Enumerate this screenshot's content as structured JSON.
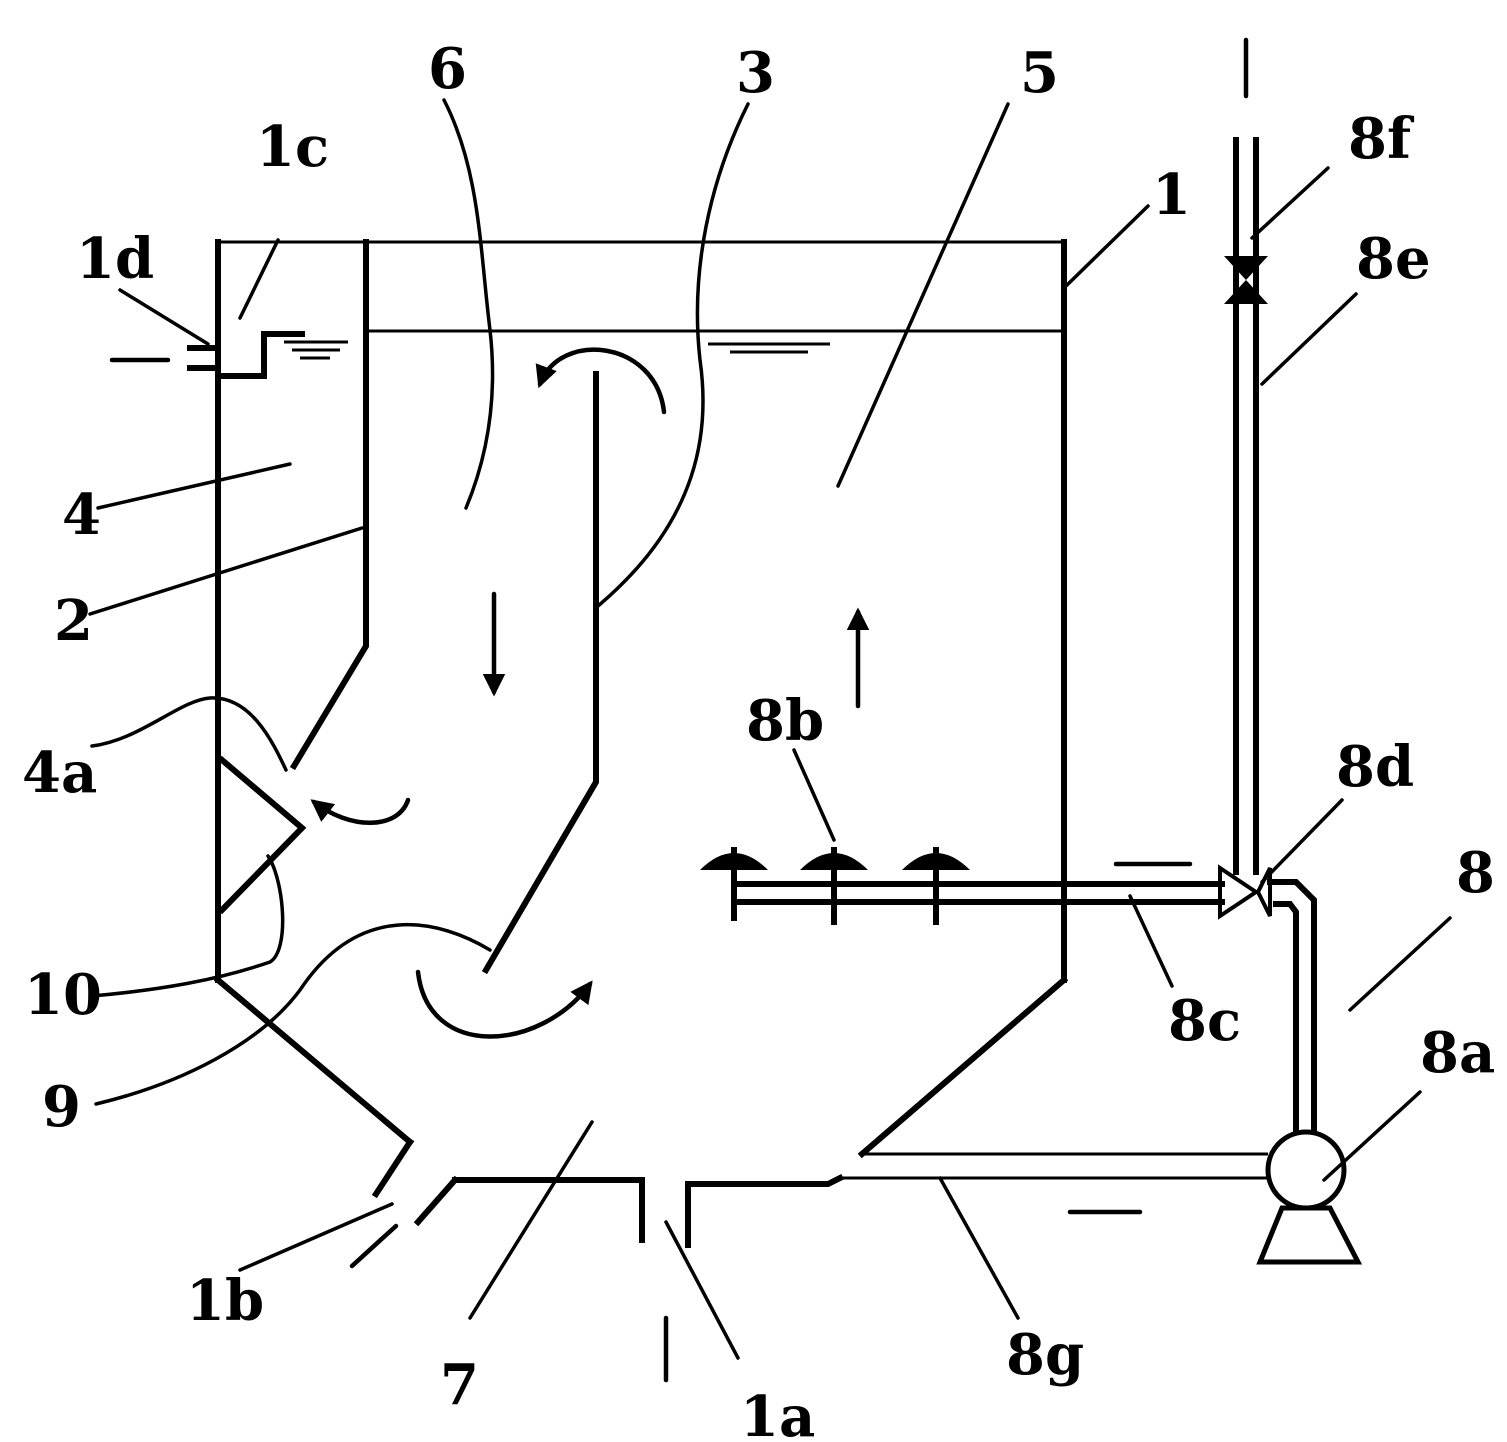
{
  "labels": {
    "l1": "1",
    "l1a": "1a",
    "l1b": "1b",
    "l1c": "1c",
    "l1d": "1d",
    "l2": "2",
    "l3": "3",
    "l4": "4",
    "l4a": "4a",
    "l5": "5",
    "l6": "6",
    "l7": "7",
    "l8": "8",
    "l8a": "8a",
    "l8b": "8b",
    "l8c": "8c",
    "l8d": "8d",
    "l8e": "8e",
    "l8f": "8f",
    "l8g": "8g",
    "l9": "9",
    "l10": "10"
  }
}
